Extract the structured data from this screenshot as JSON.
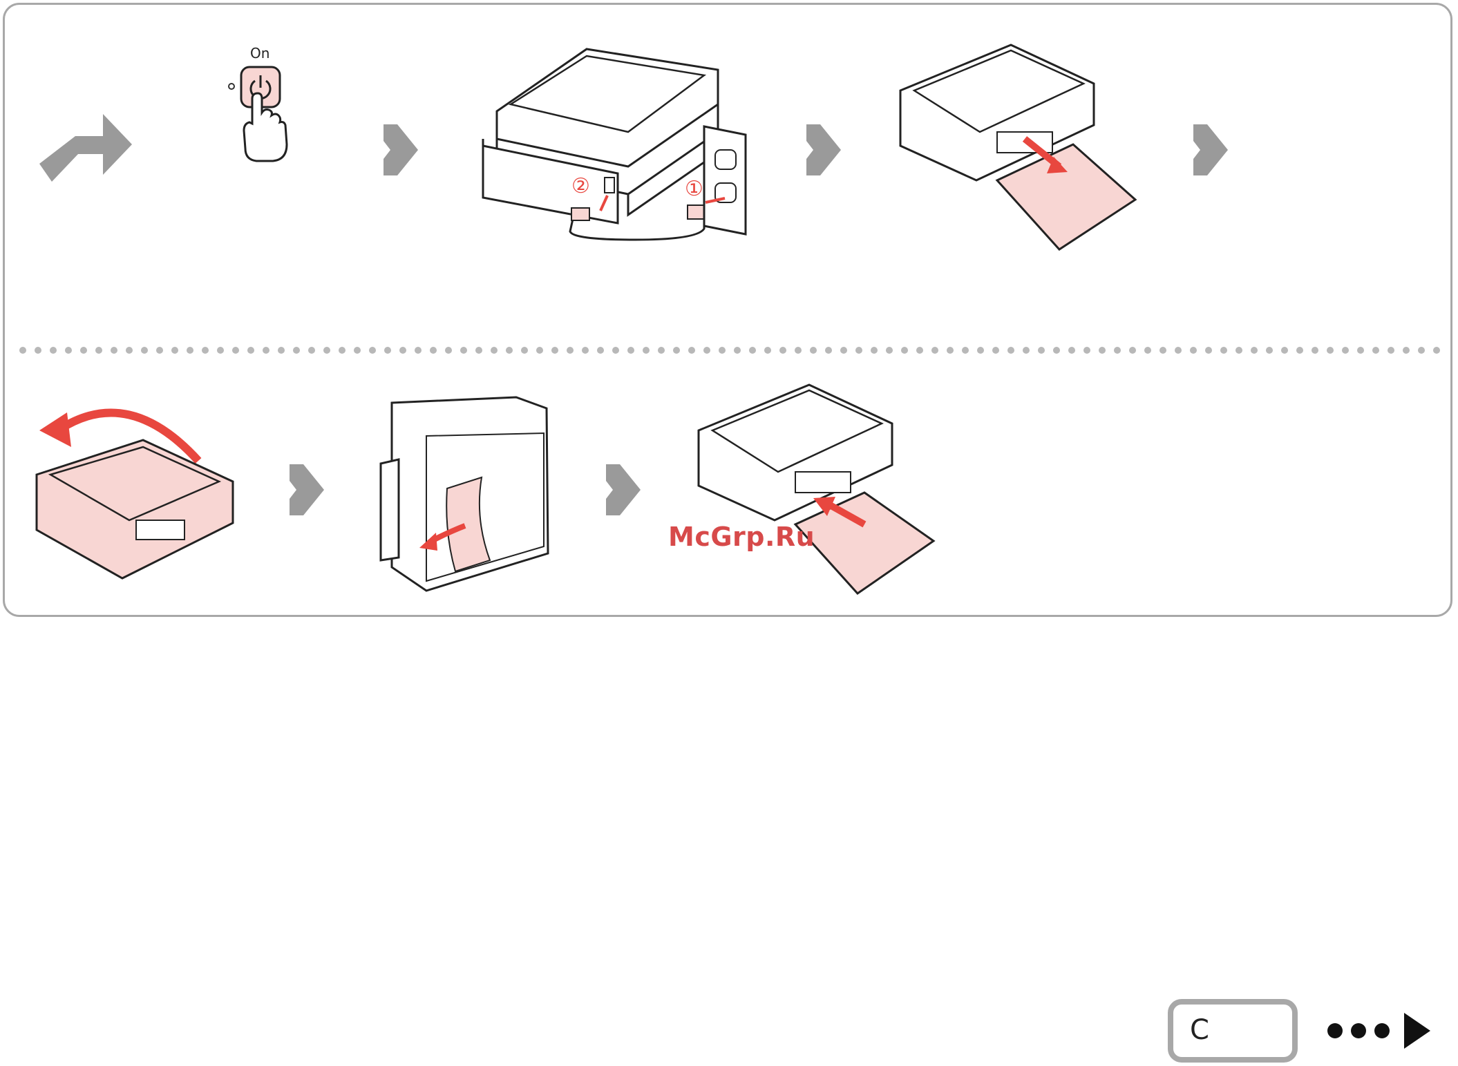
{
  "step_labels": {
    "power_button_label": "On",
    "outlet_step": "①",
    "printer_step": "②"
  },
  "watermark": "McGrp.Ru",
  "nav": {
    "section_letter": "C"
  },
  "colors": {
    "accent_red": "#e8473f",
    "highlight_pink": "#f8d6d3",
    "arrow_gray": "#9a9a9a",
    "border_gray": "#a8a8a8"
  },
  "icons": [
    "return-arrow-icon",
    "next-step-arrow-icon",
    "power-icon",
    "hand-icon",
    "more-dots-icon",
    "play-arrow-icon"
  ]
}
